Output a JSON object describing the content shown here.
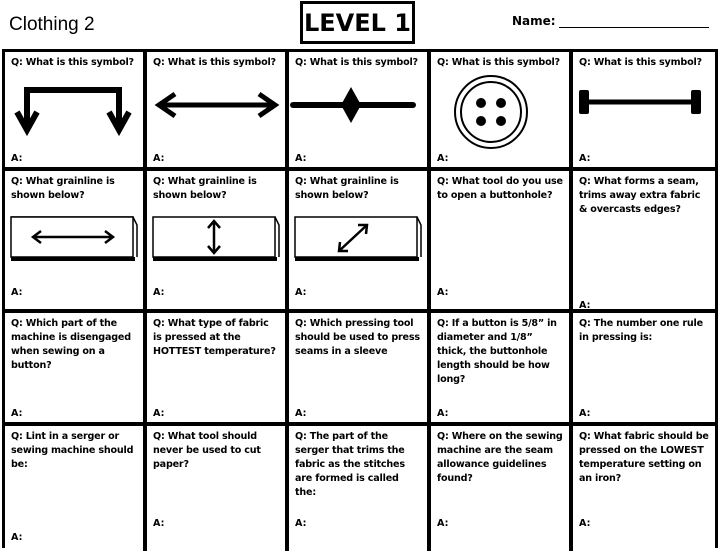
{
  "header": {
    "title": "Clothing 2",
    "level": "LEVEL 1",
    "name_label": "Name:"
  },
  "answer_label": "A:",
  "cards": [
    {
      "q": "Q:  What is this symbol?",
      "figure": "place-on-fold-icon"
    },
    {
      "q": "Q:  What is this symbol?",
      "figure": "grainline-arrow-icon"
    },
    {
      "q": "Q:  What is this symbol?",
      "figure": "notch-diamond-icon"
    },
    {
      "q": "Q:  What is this symbol?",
      "figure": "button-symbol-icon"
    },
    {
      "q": "Q:  What is this symbol?",
      "figure": "buttonhole-symbol-icon"
    },
    {
      "q": "Q:  What grainline is shown below?",
      "figure": "crosswise-grain-fabric-icon"
    },
    {
      "q": "Q:  What grainline is shown below?",
      "figure": "lengthwise-grain-fabric-icon"
    },
    {
      "q": "Q:  What grainline is shown below?",
      "figure": "bias-grain-fabric-icon"
    },
    {
      "q": "Q:  What  tool do you use to open a buttonhole?"
    },
    {
      "q": "Q:  What forms a seam, trims away extra fabric & overcasts edges?"
    },
    {
      "q": "Q:  Which part of the machine is disengaged when sewing on a button?"
    },
    {
      "q": "Q:  What type of fabric is pressed at the HOTTEST temperature?"
    },
    {
      "q": "Q:  Which pressing tool should be used to press seams in a sleeve"
    },
    {
      "q": "Q:  If a button is 5/8” in diameter and 1/8” thick, the buttonhole length should be how long?"
    },
    {
      "q": "Q:  The number one rule in pressing is:"
    },
    {
      "q": "Q:  Lint in a serger or sewing machine should be:"
    },
    {
      "q": "Q:  What tool should never be used to cut paper?"
    },
    {
      "q": "Q:  The part of the serger that trims the fabric as the stitches are formed is called the:"
    },
    {
      "q": "Q:  Where on the sewing machine are the seam allowance guidelines found?"
    },
    {
      "q": "Q:  What fabric should be pressed on the LOWEST temperature setting on an iron?"
    }
  ]
}
